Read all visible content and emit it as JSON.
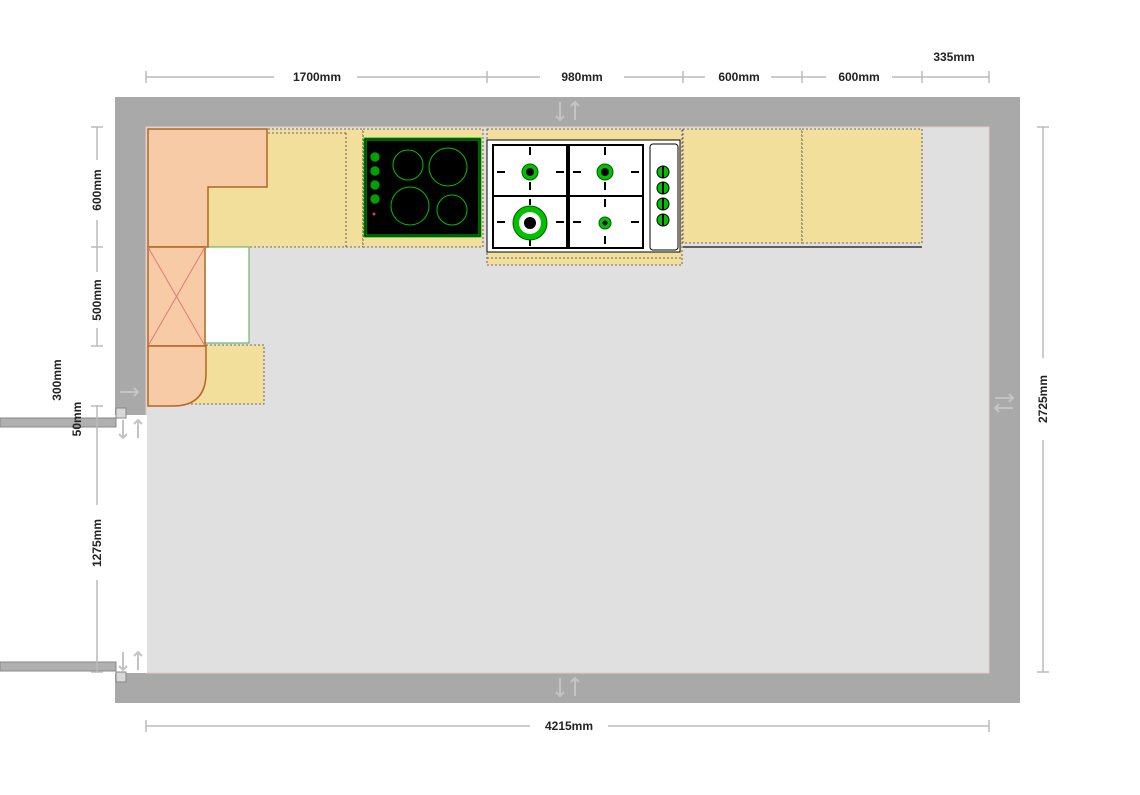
{
  "dimensions": {
    "top": [
      "1700mm",
      "980mm",
      "600mm",
      "600mm"
    ],
    "top_extra": "335mm",
    "bottom": "4215mm",
    "right": "2725mm",
    "left": [
      "600mm",
      "500mm",
      "300mm",
      "50mm",
      "1275mm"
    ]
  },
  "colors": {
    "wall": "#a9a9a9",
    "floor": "#e0e0e0",
    "worktop": "#f3df9c",
    "corner_unit": "#f7cba6",
    "unit_edge": "#b2661f",
    "hob_black": "#000000",
    "burner_green": "#00c000",
    "dimension_line": "#bbbbbb"
  }
}
